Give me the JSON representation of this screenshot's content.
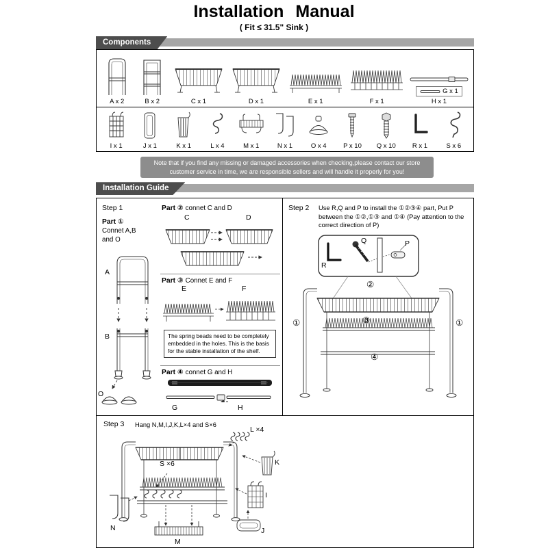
{
  "page": {
    "title": "Installation Manual",
    "subtitle": "( Fit ≤ 31.5\" Sink )"
  },
  "components": {
    "header": "Components",
    "row1": [
      {
        "id": "A",
        "label": "A x 2"
      },
      {
        "id": "B",
        "label": "B x 2"
      },
      {
        "id": "C",
        "label": "C x 1"
      },
      {
        "id": "D",
        "label": "D x 1"
      },
      {
        "id": "E",
        "label": "E x 1"
      },
      {
        "id": "F",
        "label": "F x 1"
      },
      {
        "id": "H",
        "label": "H x 1",
        "extra": "G x 1"
      }
    ],
    "row2": [
      {
        "id": "I",
        "label": "I x 1"
      },
      {
        "id": "J",
        "label": "J x 1"
      },
      {
        "id": "K",
        "label": "K x 1"
      },
      {
        "id": "L",
        "label": "L x 4"
      },
      {
        "id": "M",
        "label": "M x 1"
      },
      {
        "id": "N",
        "label": "N x 1"
      },
      {
        "id": "O",
        "label": "O x 4"
      },
      {
        "id": "P",
        "label": "P x 10"
      },
      {
        "id": "Q",
        "label": "Q x 10"
      },
      {
        "id": "R",
        "label": "R x 1"
      },
      {
        "id": "S",
        "label": "S x 6"
      }
    ]
  },
  "notice": "Note that if you find any missing or damaged accessories when checking,please contact our store customer service in time, we are responsible sellers and will handle it properly for you!",
  "guide": {
    "header": "Installation Guide",
    "step1": {
      "label": "Step 1",
      "part1_title": "Part ①",
      "part1_text": "Connet A,B and O",
      "part2_bold": "Part ②",
      "part2_rest": "connet C and D",
      "part3_bold": "Part ③",
      "part3_rest": "Connet E and F",
      "part4_bold": "Part ④",
      "part4_rest": "connet G and H",
      "spring_note": "The spring beads need to be completely embedded in the holes. This is the basis for the stable installation of the shelf.",
      "marks": {
        "a": "A",
        "b": "B",
        "o": "O",
        "c": "C",
        "d": "D",
        "e": "E",
        "f": "F",
        "g": "G",
        "h": "H"
      }
    },
    "step2": {
      "label": "Step 2",
      "text": "Use R,Q and P to install the ①②③④ part, Put P between the ①②,①③ and ①④ (Pay attention to the correct direction of P)",
      "callout": {
        "r": "R",
        "q": "Q",
        "p": "P"
      },
      "marks": {
        "n1": "①",
        "n2": "②",
        "n3": "③",
        "n4": "④"
      }
    },
    "step3": {
      "label": "Step 3",
      "text": "Hang N,M,I,J,K,L×4 and S×6",
      "labels": {
        "l": "L ×4",
        "k": "K",
        "i": "I",
        "j": "J",
        "n": "N",
        "m": "M",
        "s": "S ×6"
      }
    }
  }
}
